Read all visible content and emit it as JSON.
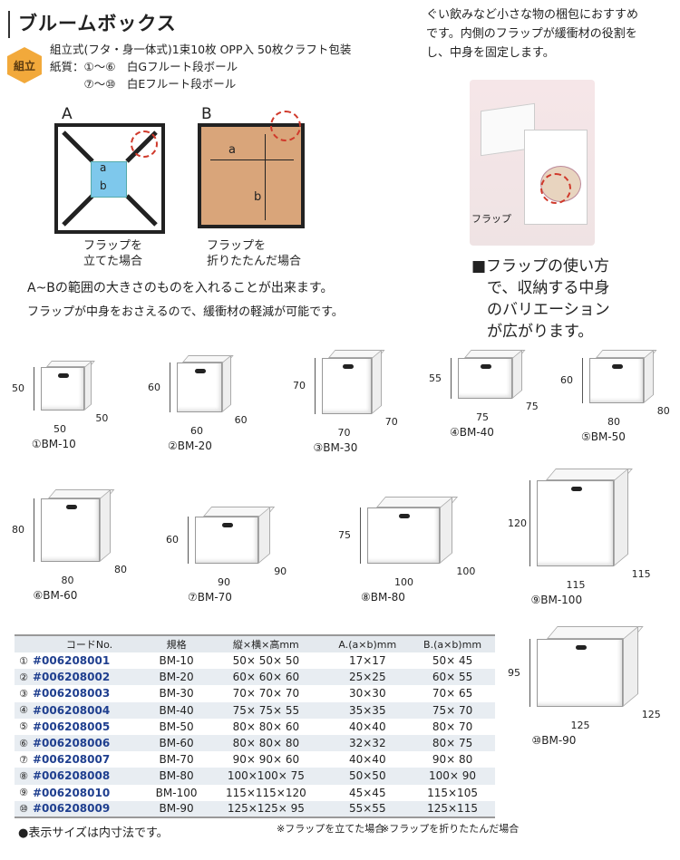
{
  "title": "ブルームボックス",
  "badge": "組立",
  "spec": [
    "組立式(フタ・身一体式)1束10枚 OPP入 50枚クラフト包装",
    "紙質：①～⑥　白Gフルート段ボール",
    "　　　⑦～⑩　白Eフルート段ボール"
  ],
  "description": [
    "ぐい飲みなど小さな物の梱包におすすめ",
    "です。内側のフラップが緩衝材の役割を",
    "し、中身を固定します。"
  ],
  "photo_label": "フラップ",
  "howto": [
    "■フラップの使い方",
    "　で、収納する中身",
    "　のバリエーション",
    "　が広がります。"
  ],
  "diagramA": {
    "letter": "A",
    "a": "a",
    "b": "b",
    "caption": [
      "フラップを",
      "立てた場合"
    ]
  },
  "diagramB": {
    "letter": "B",
    "a": "a",
    "b": "b",
    "caption": [
      "フラップを",
      "折りたたんだ場合"
    ]
  },
  "range_text": "A~Bの範囲の大きさのものを入れることが出来ます。",
  "range_text2": "フラップが中身をおさえるので、緩衝材の軽減が可能です。",
  "boxes": [
    {
      "name": "①BM-10",
      "h": "50",
      "w": "50",
      "d": "50"
    },
    {
      "name": "②BM-20",
      "h": "60",
      "w": "60",
      "d": "60"
    },
    {
      "name": "③BM-30",
      "h": "70",
      "w": "70",
      "d": "70"
    },
    {
      "name": "④BM-40",
      "h": "55",
      "w": "75",
      "d": "75"
    },
    {
      "name": "⑤BM-50",
      "h": "60",
      "w": "80",
      "d": "80"
    },
    {
      "name": "⑥BM-60",
      "h": "80",
      "w": "80",
      "d": "80"
    },
    {
      "name": "⑦BM-70",
      "h": "60",
      "w": "90",
      "d": "90"
    },
    {
      "name": "⑧BM-80",
      "h": "75",
      "w": "100",
      "d": "100"
    },
    {
      "name": "⑨BM-100",
      "h": "120",
      "w": "115",
      "d": "115"
    },
    {
      "name": "⑩BM-90",
      "h": "95",
      "w": "125",
      "d": "125"
    }
  ],
  "table": {
    "headers": [
      "",
      "コードNo.",
      "規格",
      "縦×横×高mm",
      "A.(a×b)mm",
      "B.(a×b)mm"
    ],
    "rows": [
      [
        "①",
        "#006208001",
        "BM-10",
        "50× 50× 50",
        "17×17",
        "50× 45"
      ],
      [
        "②",
        "#006208002",
        "BM-20",
        "60× 60× 60",
        "25×25",
        "60× 55"
      ],
      [
        "③",
        "#006208003",
        "BM-30",
        "70× 70× 70",
        "30×30",
        "70× 65"
      ],
      [
        "④",
        "#006208004",
        "BM-40",
        "75× 75× 55",
        "35×35",
        "75× 70"
      ],
      [
        "⑤",
        "#006208005",
        "BM-50",
        "80× 80× 60",
        "40×40",
        "80× 70"
      ],
      [
        "⑥",
        "#006208006",
        "BM-60",
        "80× 80× 80",
        "32×32",
        "80× 75"
      ],
      [
        "⑦",
        "#006208007",
        "BM-70",
        "90× 90× 60",
        "40×40",
        "90× 80"
      ],
      [
        "⑧",
        "#006208008",
        "BM-80",
        "100×100× 75",
        "50×50",
        "100× 90"
      ],
      [
        "⑨",
        "#006208010",
        "BM-100",
        "115×115×120",
        "45×45",
        "115×105"
      ],
      [
        "⑩",
        "#006208009",
        "BM-90",
        "125×125× 95",
        "55×55",
        "125×115"
      ]
    ]
  },
  "footnote": "●表示サイズは内寸法です。",
  "note_a": "※フラップを立てた場合",
  "note_b": "※フラップを折りたたんだ場合",
  "colors": {
    "badge": "#f2a93b",
    "code": "#1f3f8f",
    "row_alt": "#e8edf2",
    "dashed_circle": "#d0392b",
    "kraft": "#d9a57a",
    "inner_a": "#7ec8ec"
  }
}
